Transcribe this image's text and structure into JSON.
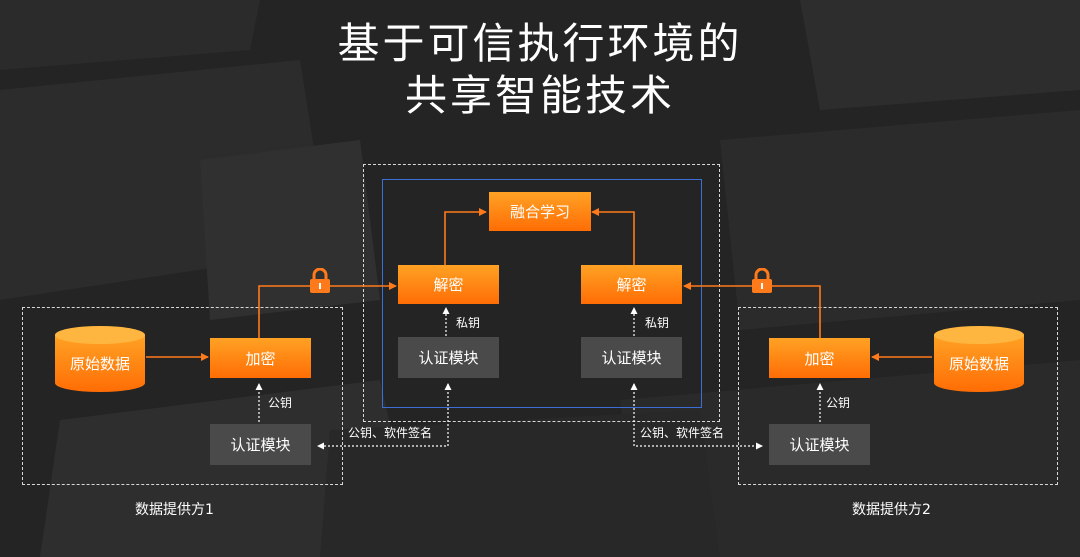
{
  "title": {
    "line1": "基于可信执行环境的",
    "line2": "共享智能技术"
  },
  "center": {
    "fusion_label": "融合学习",
    "decrypt_left_label": "解密",
    "decrypt_right_label": "解密",
    "private_key_left": "私钥",
    "private_key_right": "私钥",
    "auth_left_label": "认证模块",
    "auth_right_label": "认证模块"
  },
  "provider1": {
    "name": "数据提供方1",
    "data_label": "原始数据",
    "encrypt_label": "加密",
    "public_key_label": "公钥",
    "auth_label": "认证模块",
    "link_label": "公钥、软件签名"
  },
  "provider2": {
    "name": "数据提供方2",
    "data_label": "原始数据",
    "encrypt_label": "加密",
    "public_key_label": "公钥",
    "auth_label": "认证模块",
    "link_label": "公钥、软件签名"
  },
  "colors": {
    "orange_top": "#ffa224",
    "orange_bottom": "#ff6d05",
    "arrow": "#ff7a1a",
    "auth_box": "#4a4a4a",
    "enclave_border": "#3b6fd6",
    "dashed_border": "#d8d8d8"
  },
  "icons": [
    "lock-icon",
    "database-icon"
  ]
}
